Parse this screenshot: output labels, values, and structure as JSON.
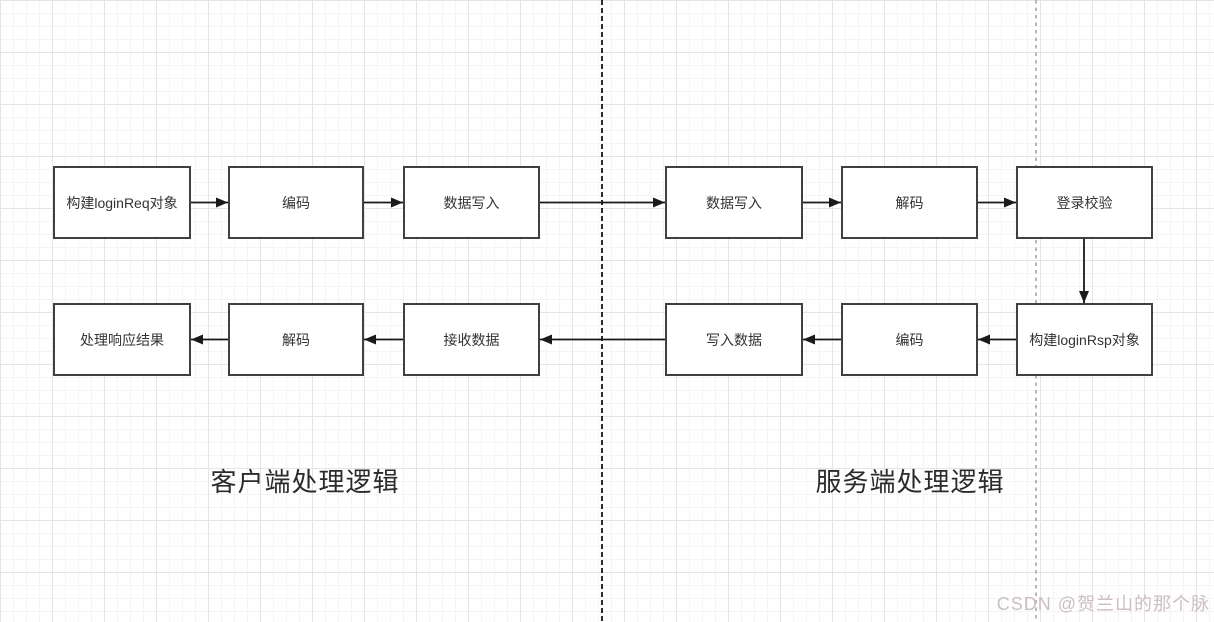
{
  "flow": {
    "client": {
      "label": "客户端处理逻辑",
      "request_steps": [
        "构建loginReq对象",
        "编码",
        "数据写入"
      ],
      "response_steps": [
        "处理响应结果",
        "解码",
        "接收数据"
      ]
    },
    "server": {
      "label": "服务端处理逻辑",
      "request_steps": [
        "数据写入",
        "解码",
        "登录校验"
      ],
      "response_steps": [
        "写入数据",
        "编码",
        "构建loginRsp对象"
      ]
    }
  },
  "watermark": {
    "text": "CSDN @贺兰山的那个脉",
    "color": "#ccbfbf"
  },
  "colors": {
    "box_border": "#404040",
    "box_fill": "#ffffff",
    "text": "#333333",
    "arrow": "#1a1a1a",
    "divider_center_dashed": "#2b2b2b",
    "divider_right_dashed": "#b8b8b8",
    "grid_minor": "#f5f3f3",
    "grid_major": "#e6e4e4"
  }
}
